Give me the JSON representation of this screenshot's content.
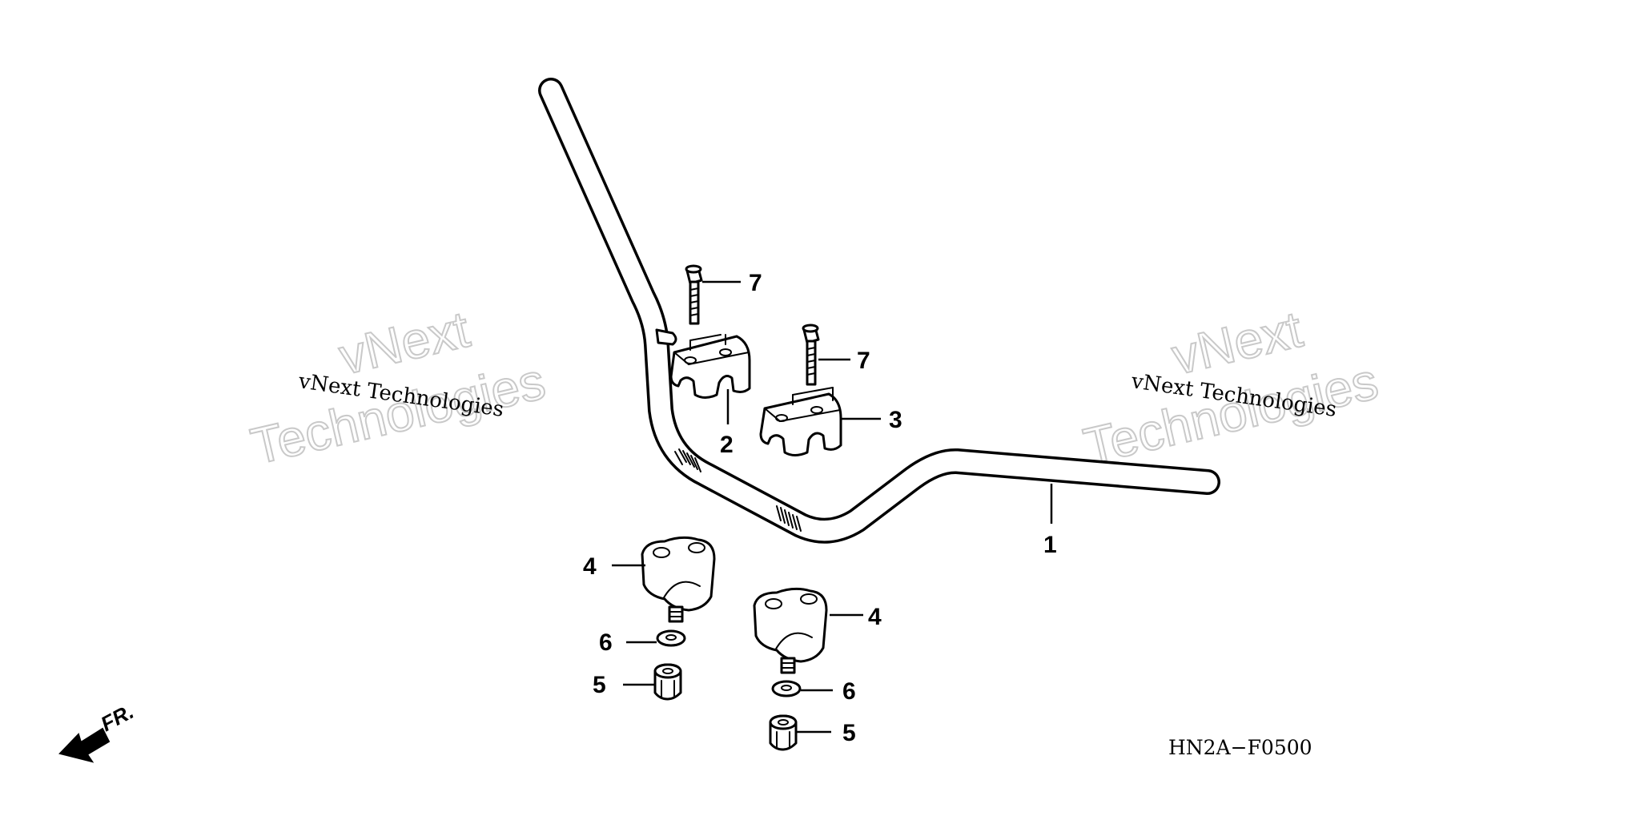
{
  "diagram": {
    "reference_code": "HN2A−F0500",
    "direction_label": "FR.",
    "watermark_small": "vNext Technologies",
    "watermark_big_line1": "vNext",
    "watermark_big_line2": "Technologies",
    "callouts": {
      "c1": "1",
      "c2": "2",
      "c3": "3",
      "c4a": "4",
      "c4b": "4",
      "c5a": "5",
      "c5b": "5",
      "c6a": "6",
      "c6b": "6",
      "c7a": "7",
      "c7b": "7"
    }
  }
}
